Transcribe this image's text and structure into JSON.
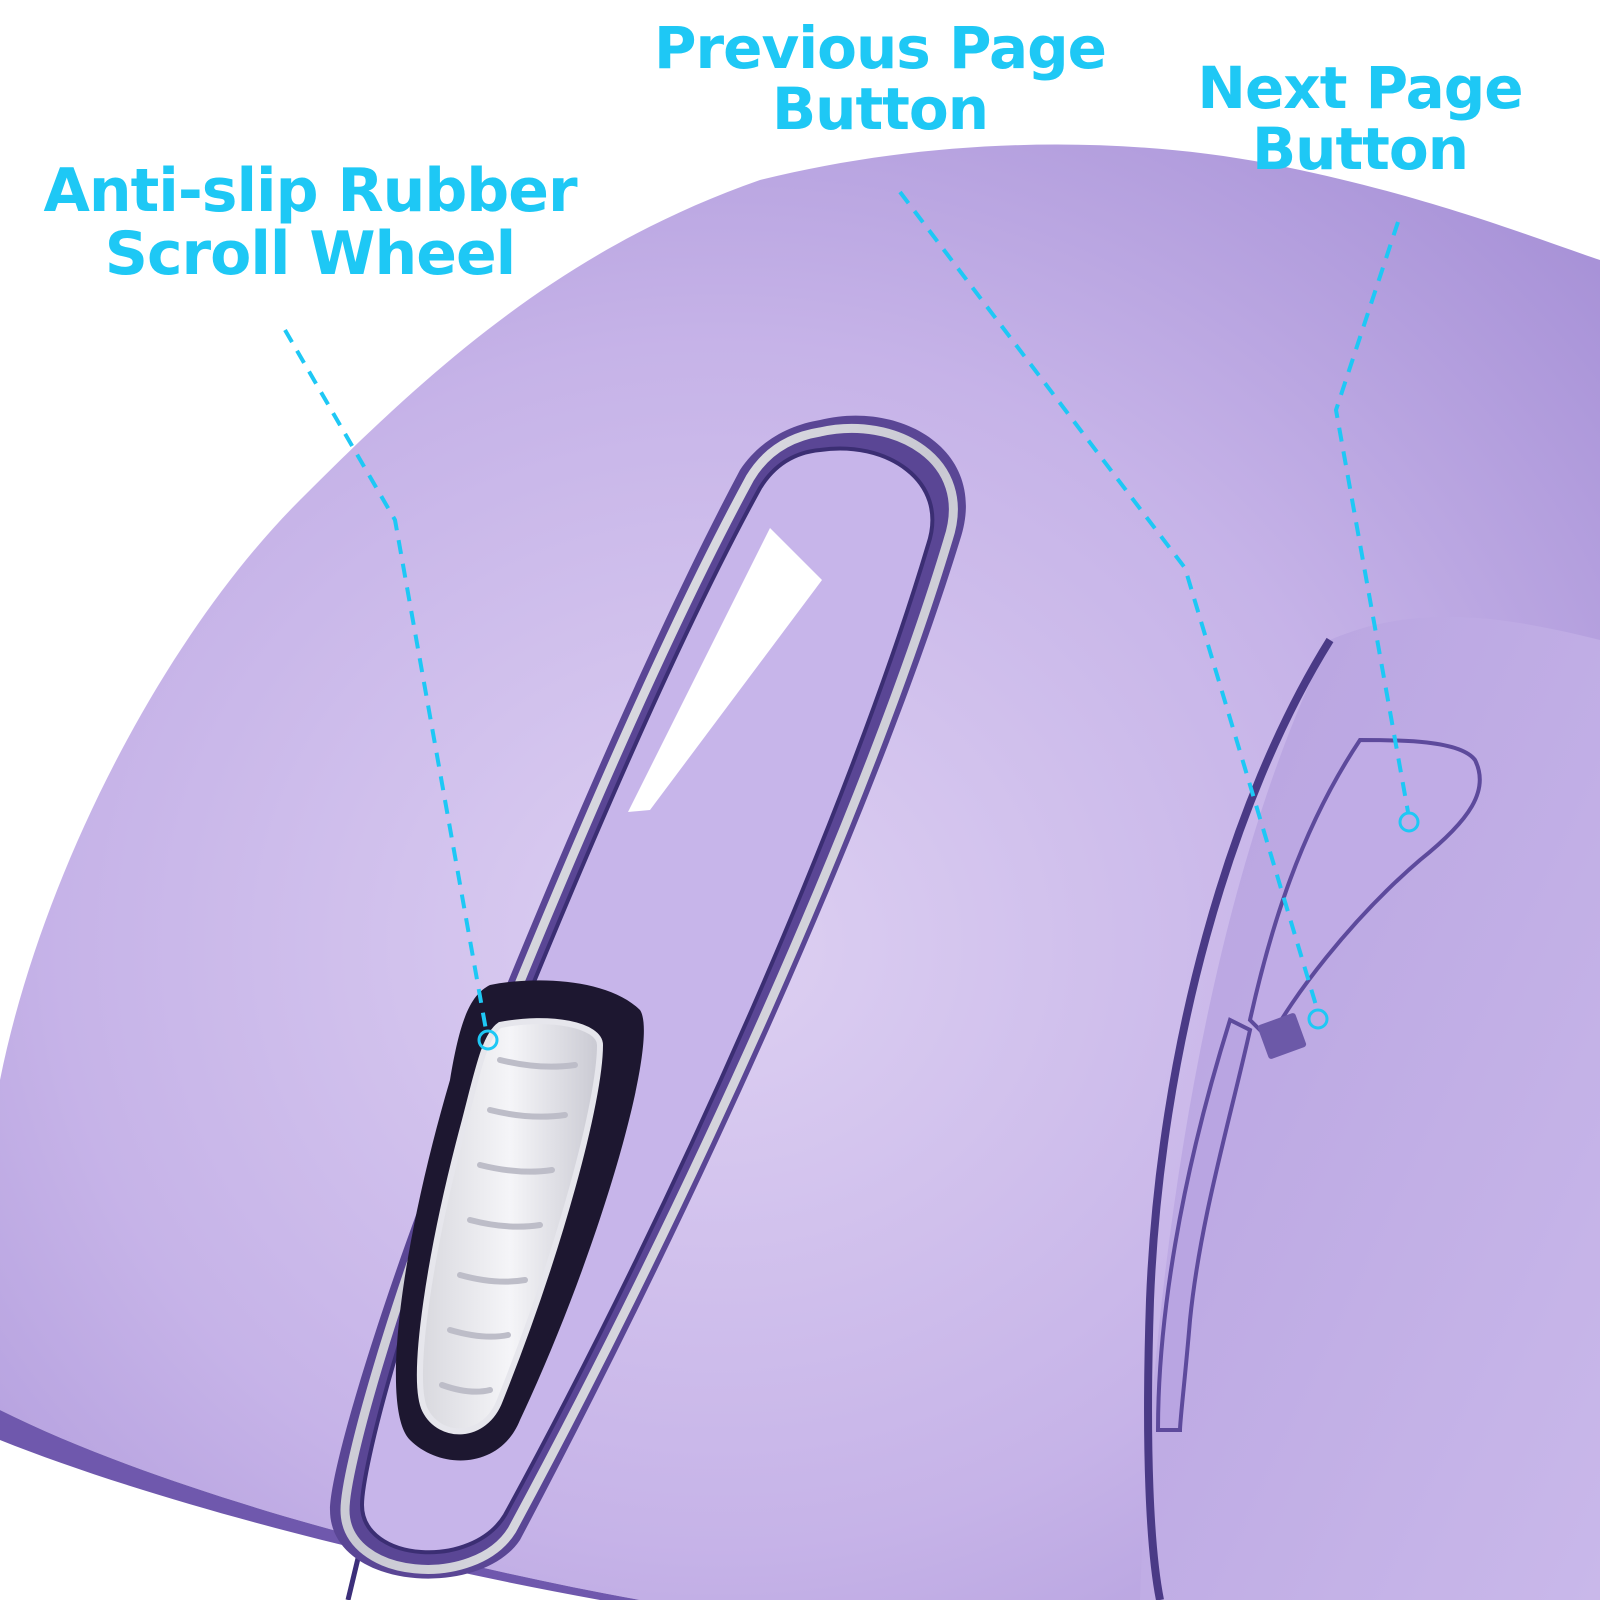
{
  "image": {
    "subject": "Purple wired computer mouse close-up with feature callouts",
    "background_color": "#ffffff",
    "body_color": "#c4b0e6",
    "body_shadow_color": "#7d68b8",
    "accent_color": "#1ec8f5"
  },
  "callouts": [
    {
      "id": "scroll-wheel",
      "lines": [
        "Anti-slip Rubber",
        "Scroll Wheel"
      ],
      "target": "scroll wheel"
    },
    {
      "id": "previous-page",
      "lines": [
        "Previous Page",
        "Button"
      ],
      "target": "lower side button"
    },
    {
      "id": "next-page",
      "lines": [
        "Next Page",
        "Button"
      ],
      "target": "upper side button"
    }
  ]
}
